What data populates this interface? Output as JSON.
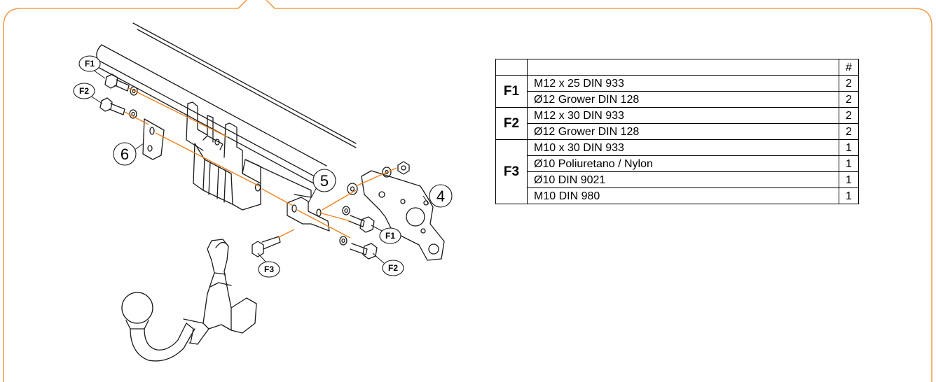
{
  "table": {
    "header": {
      "group": "",
      "description": "",
      "qty": "#"
    },
    "rows": [
      {
        "group": "F1",
        "description": "M12 x 25 DIN 933",
        "qty": "2"
      },
      {
        "group": "",
        "description": "Ø12 Grower DIN 128",
        "qty": "2"
      },
      {
        "group": "F2",
        "description": "M12 x 30 DIN 933",
        "qty": "2"
      },
      {
        "group": "",
        "description": "Ø12 Grower DIN 128",
        "qty": "2"
      },
      {
        "group": "F3",
        "description": "M10 x 30 DIN 933",
        "qty": "1"
      },
      {
        "group": "",
        "description": "Ø10 Poliuretano / Nylon",
        "qty": "1"
      },
      {
        "group": "",
        "description": "Ø10 DIN 9021",
        "qty": "1"
      },
      {
        "group": "",
        "description": "M10 DIN 980",
        "qty": "1"
      }
    ]
  },
  "callouts": {
    "f1_top": "F1",
    "f2_top": "F2",
    "f1_bottom": "F1",
    "f2_bottom": "F2",
    "f3": "F3",
    "part_4": "4",
    "part_5": "5",
    "part_6": "6"
  },
  "colors": {
    "frame": "#f0a050",
    "assembly_line": "#f0821e",
    "stroke": "#1a1a1a"
  }
}
